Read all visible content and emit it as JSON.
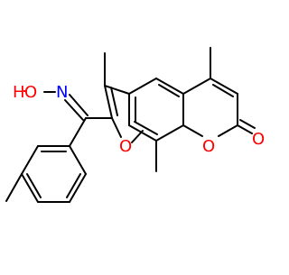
{
  "molecule": {
    "atom_labels": {
      "hydroxyl_o": "O",
      "hydroxyl_h": "H",
      "oxime_n": "N",
      "furan_o": "O",
      "pyranone_o": "O",
      "carbonyl_o": "O"
    },
    "colors": {
      "bond": "#000000",
      "oxygen": "#ff0000",
      "nitrogen": "#0000ff"
    }
  }
}
